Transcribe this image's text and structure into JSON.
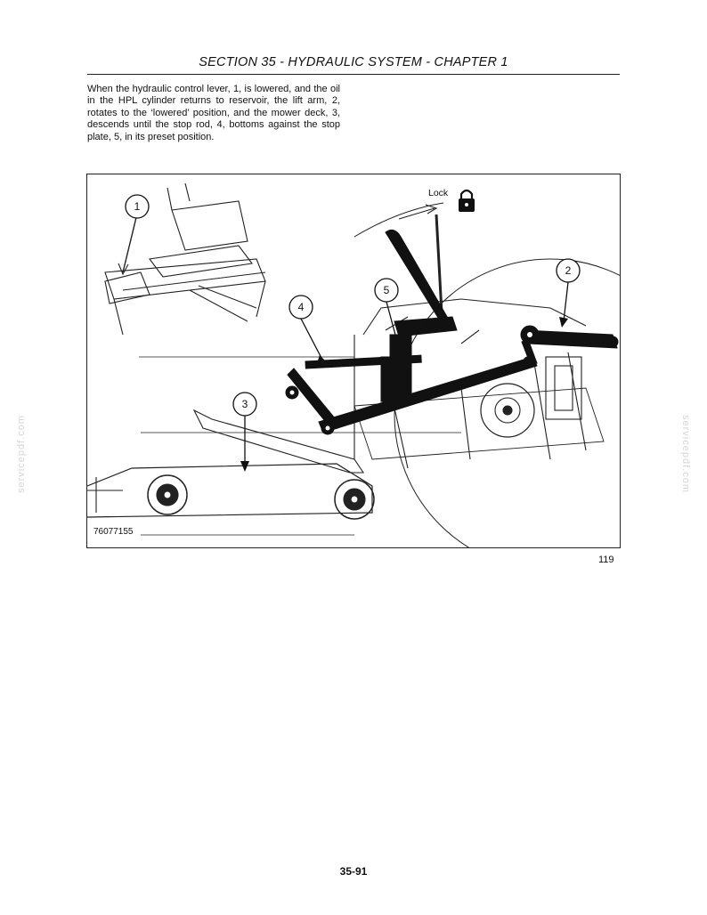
{
  "header": {
    "title": "SECTION 35 - HYDRAULIC SYSTEM - CHAPTER 1"
  },
  "body": {
    "paragraph": "When the hydraulic control lever, 1, is lowered, and the oil in the HPL cylinder returns to reservoir, the lift arm, 2, rotates to the ‘lowered’ position, and the mower deck, 3, descends until the stop rod, 4, bottoms against the stop plate, 5, in its preset position."
  },
  "figure": {
    "lock_label": "Lock",
    "code": "76077155",
    "number": "119",
    "callouts": [
      "1",
      "2",
      "3",
      "4",
      "5"
    ],
    "icons": [
      "padlock-icon"
    ]
  },
  "footer": {
    "page_number": "35-91"
  },
  "watermark": {
    "text": "servicepdf.com"
  }
}
